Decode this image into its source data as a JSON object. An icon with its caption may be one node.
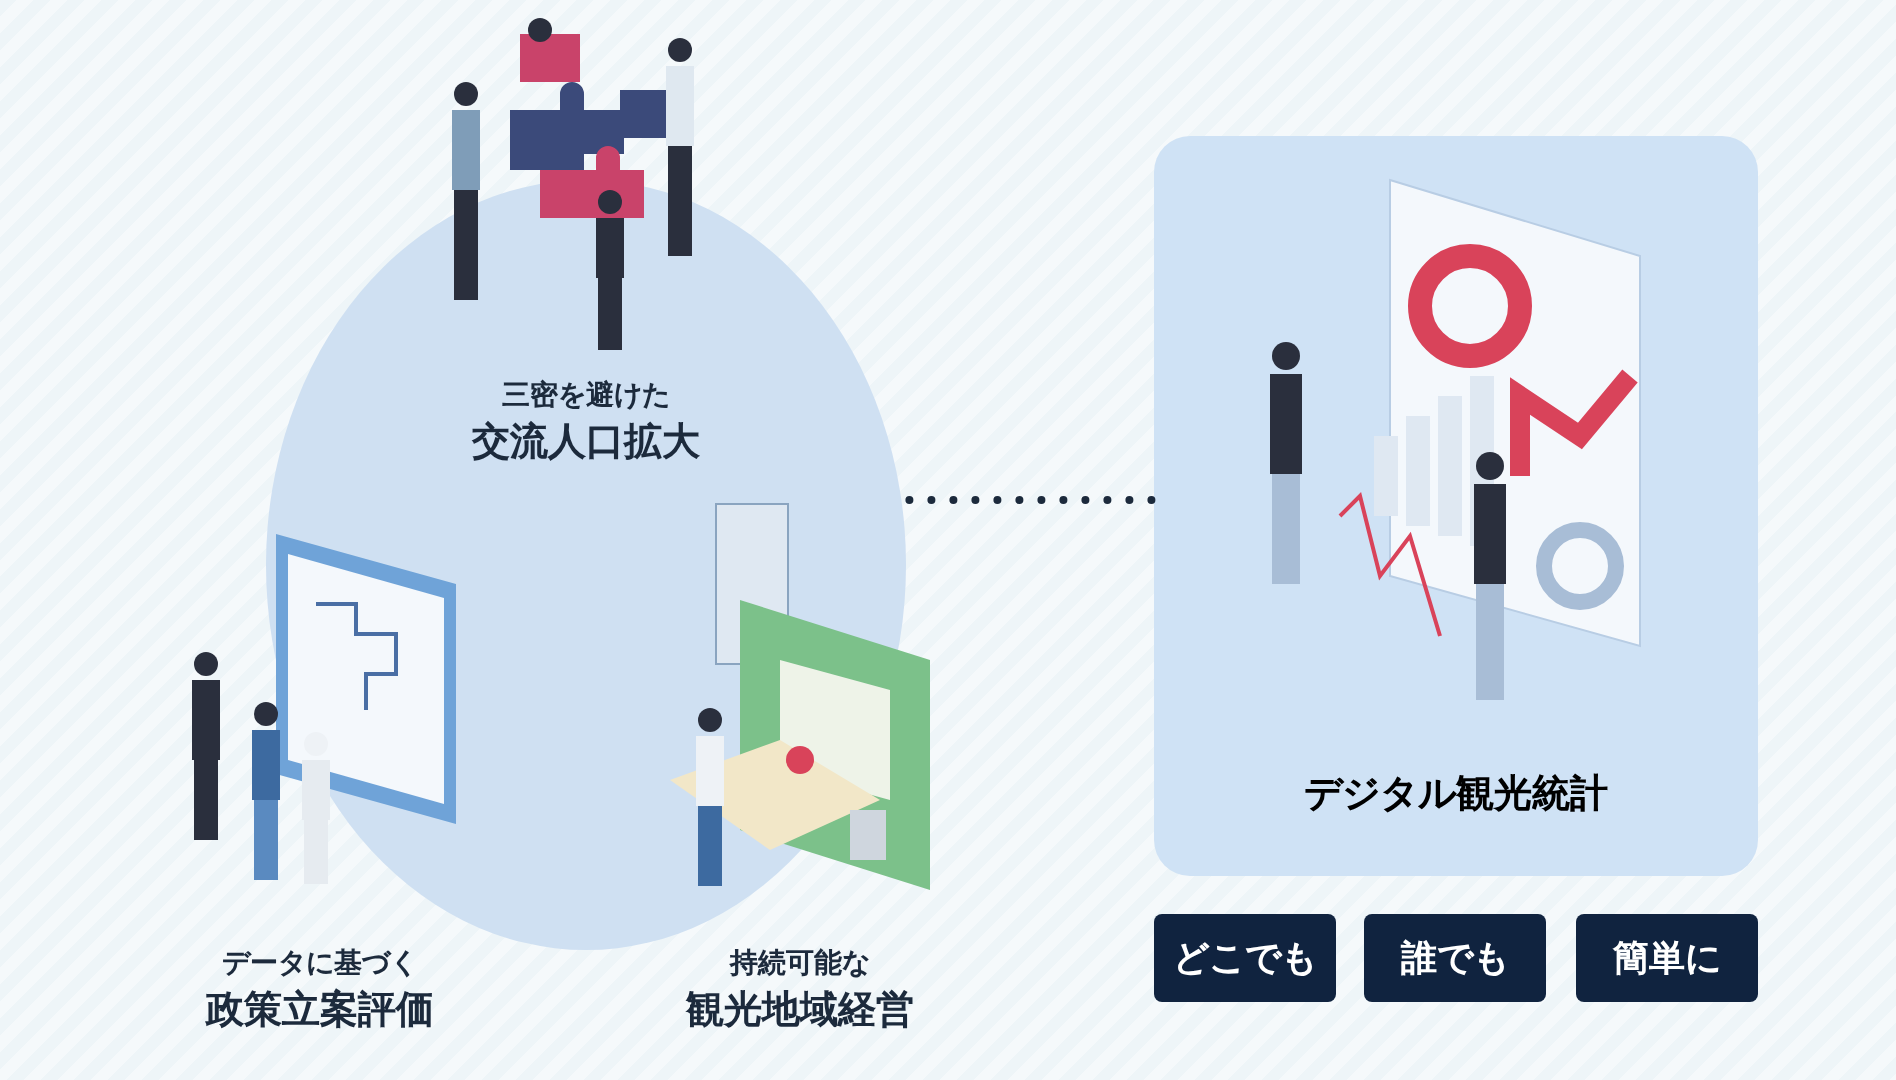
{
  "diagram": {
    "nodes": [
      {
        "text": [],
        "shape": "circle"
      },
      {
        "text": [
          "三密を避けた",
          "交流人口拡大"
        ],
        "in": 0
      },
      {
        "text": [
          "データに基づく",
          "政策立案評価"
        ]
      },
      {
        "text": [
          "持続可能な",
          "観光地域経営"
        ]
      },
      {
        "text": [
          "デジタル観光統計"
        ]
      },
      {
        "text": [
          "どこでも"
        ]
      },
      {
        "text": [
          "誰でも"
        ]
      },
      {
        "text": [
          "簡単に"
        ]
      }
    ],
    "edges": [
      {
        "from": 0,
        "to": 4,
        "arrow": "none",
        "style": "dashed"
      }
    ]
  }
}
